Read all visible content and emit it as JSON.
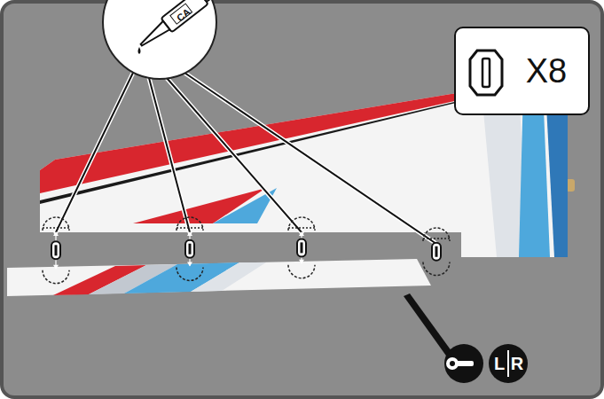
{
  "diagram": {
    "nodes": [
      {
        "text": [
          "CA"
        ]
      },
      {
        "text": [
          "X8"
        ]
      },
      {
        "text": [
          "L",
          "R"
        ]
      }
    ]
  }
}
